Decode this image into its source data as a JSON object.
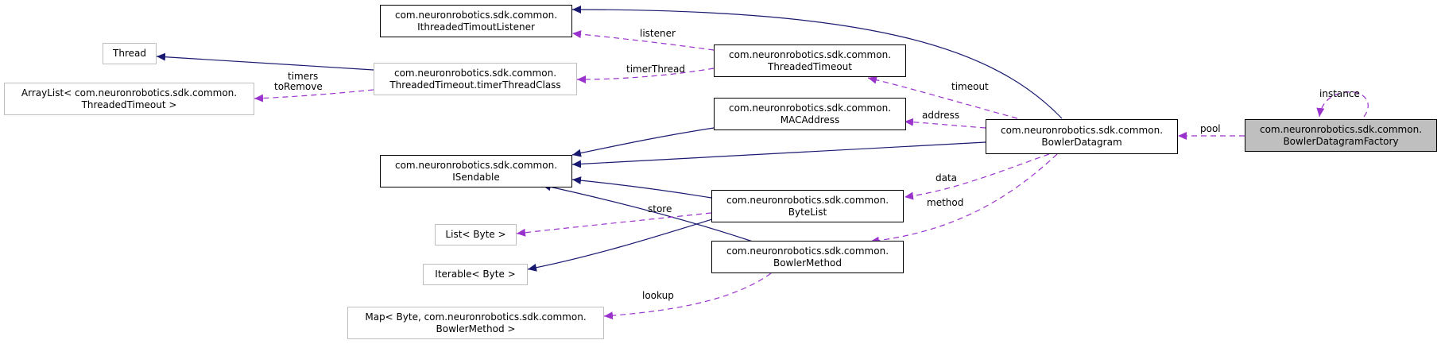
{
  "colors": {
    "inheritance": "#191970",
    "usage": "#9a32cd",
    "node_border": "#000000",
    "external_border": "#bfbfbf",
    "focus_fill": "#bfbfbf"
  },
  "nodes": {
    "ithreaded_timout_listener": {
      "line1": "com.neuronrobotics.sdk.common.",
      "line2": "IthreadedTimoutListener"
    },
    "thread": {
      "line1": "Thread"
    },
    "threaded_timeout": {
      "line1": "com.neuronrobotics.sdk.common.",
      "line2": "ThreadedTimeout"
    },
    "timer_thread_class": {
      "line1": "com.neuronrobotics.sdk.common.",
      "line2": "ThreadedTimeout.timerThreadClass"
    },
    "arraylist_threaded_timeout": {
      "line1": "ArrayList< com.neuronrobotics.sdk.common.",
      "line2": "ThreadedTimeout >"
    },
    "mac_address": {
      "line1": "com.neuronrobotics.sdk.common.",
      "line2": "MACAddress"
    },
    "bowler_datagram": {
      "line1": "com.neuronrobotics.sdk.common.",
      "line2": "BowlerDatagram"
    },
    "bowler_datagram_factory": {
      "line1": "com.neuronrobotics.sdk.common.",
      "line2": "BowlerDatagramFactory"
    },
    "isendable": {
      "line1": "com.neuronrobotics.sdk.common.",
      "line2": "ISendable"
    },
    "byte_list": {
      "line1": "com.neuronrobotics.sdk.common.",
      "line2": "ByteList"
    },
    "list_byte": {
      "line1": "List< Byte >"
    },
    "iterable_byte": {
      "line1": "Iterable< Byte >"
    },
    "bowler_method": {
      "line1": "com.neuronrobotics.sdk.common.",
      "line2": "BowlerMethod"
    },
    "map_byte_bowler_method": {
      "line1": "Map< Byte, com.neuronrobotics.sdk.common.",
      "line2": "BowlerMethod >"
    }
  },
  "edge_labels": {
    "instance": "instance",
    "pool": "pool",
    "listener": "listener",
    "timer_thread": "timerThread",
    "timers": "timers",
    "to_remove": "toRemove",
    "timeout": "timeout",
    "address": "address",
    "data": "data",
    "method": "method",
    "store": "store",
    "lookup": "lookup"
  }
}
